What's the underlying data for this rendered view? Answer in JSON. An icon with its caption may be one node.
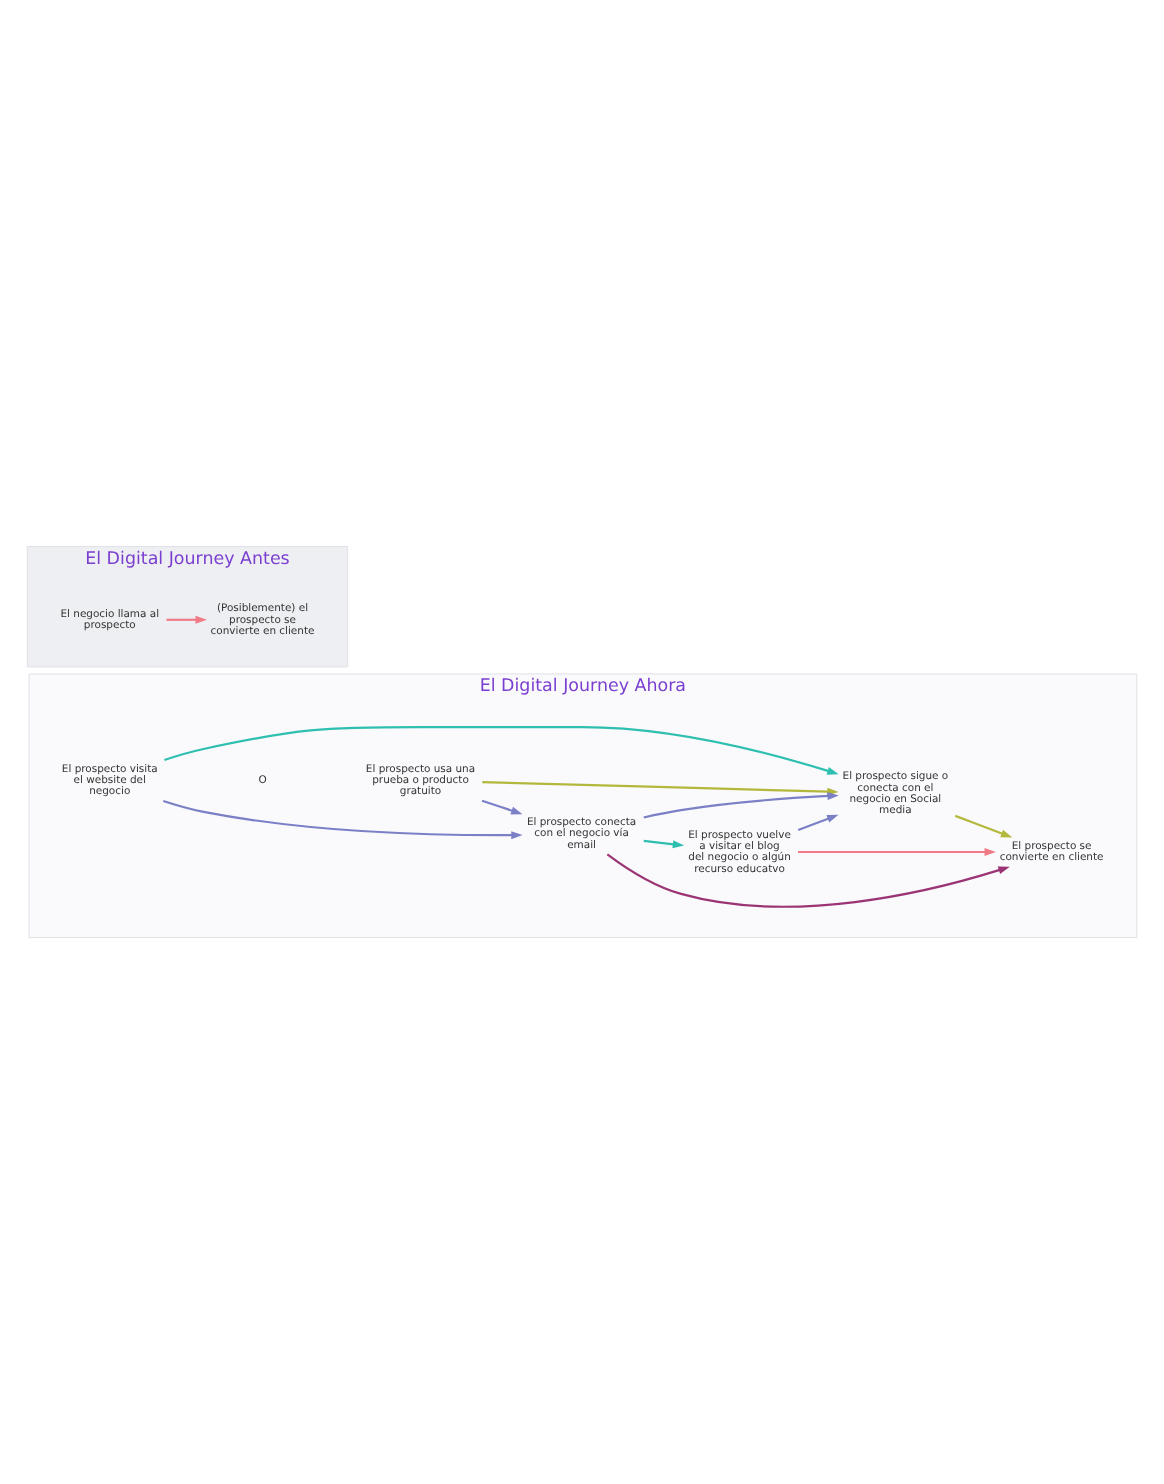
{
  "diagram": {
    "nodes": [
      {
        "text": [
          "El Digital Journey Antes"
        ]
      },
      {
        "text": [
          "El negocio llama al prospecto"
        ],
        "in": 0
      },
      {
        "text": [
          "(Posiblemente) el prospecto se convierte en cliente"
        ],
        "in": 0
      },
      {
        "text": [
          "El Digital Journey Ahora"
        ]
      },
      {
        "text": [
          "El prospecto visita el website del negocio"
        ],
        "in": 3
      },
      {
        "text": [
          "El prospecto usa una prueba o producto gratuito"
        ],
        "in": 3
      },
      {
        "text": [
          "El prospecto conecta con el negocio vía email"
        ],
        "in": 3
      },
      {
        "text": [
          "El prospecto vuelve a visitar el blog del negocio o algún recurso educatvo"
        ],
        "in": 3
      },
      {
        "text": [
          "El prospecto sigue o conecta con el negocio en Social media"
        ],
        "in": 3
      },
      {
        "text": [
          "El prospecto se convierte en cliente"
        ],
        "in": 3
      }
    ],
    "edges": [
      {
        "from": 1,
        "to": 2,
        "arrow": "to",
        "color": "#f07a86"
      },
      {
        "from": 4,
        "to": 8,
        "arrow": "to",
        "color": "#2fbfb0"
      },
      {
        "from": 4,
        "to": 6,
        "arrow": "to",
        "color": "#7b80c6"
      },
      {
        "from": 5,
        "to": 6,
        "arrow": "to",
        "color": "#7b80c6"
      },
      {
        "from": 6,
        "to": 7,
        "arrow": "to",
        "color": "#2fbfb0"
      },
      {
        "from": 6,
        "to": 8,
        "arrow": "to",
        "color": "#7b80c6"
      },
      {
        "from": 7,
        "to": 8,
        "arrow": "to",
        "color": "#7b80c6"
      },
      {
        "from": 6,
        "to": 9,
        "arrow": "to",
        "color": "#9b3474"
      },
      {
        "from": 8,
        "to": 9,
        "arrow": "to",
        "color": "#b3b83c"
      },
      {
        "from": 5,
        "to": 8,
        "arrow": "to",
        "color": "#b3b83c"
      },
      {
        "from": 7,
        "to": 9,
        "arrow": "to",
        "color": "#f07a86"
      }
    ],
    "labels": [
      "O"
    ]
  }
}
